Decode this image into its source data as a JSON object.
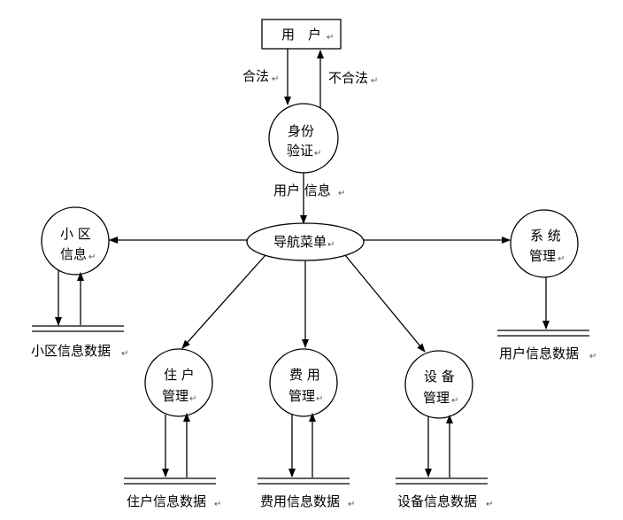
{
  "colors": {
    "line": "#000000",
    "background": "#ffffff",
    "paragraph_mark": "#555555"
  },
  "paragraph_mark": "↵",
  "nodes": {
    "user": "用　户",
    "auth": [
      "身份",
      "验证"
    ],
    "nav_menu": "导航菜单",
    "community_info": [
      "小 区",
      "信息"
    ],
    "system_mgmt": [
      "系 统",
      "管理"
    ],
    "resident_mgmt": [
      "住 户",
      "管理"
    ],
    "fee_mgmt": [
      "费 用",
      "管理"
    ],
    "device_mgmt": [
      "设 备",
      "管理"
    ]
  },
  "flow_labels": {
    "valid": "合法",
    "invalid": "不合法",
    "user_info": "用户 信息"
  },
  "stores": {
    "community_data": "小区信息数据",
    "user_data": "用户信息数据",
    "resident_data": "住户信息数据",
    "fee_data": "费用信息数据",
    "device_data": "设备信息数据"
  }
}
